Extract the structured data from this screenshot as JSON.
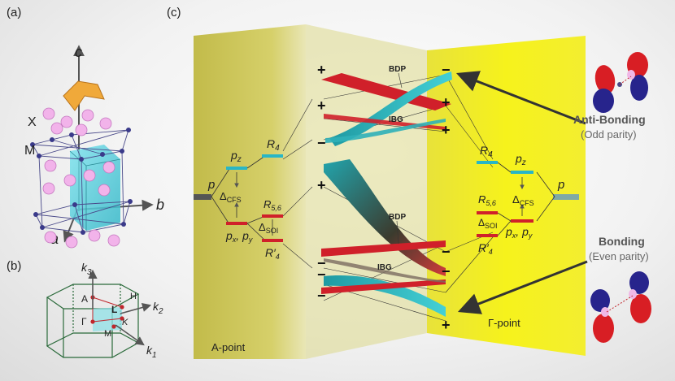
{
  "panels": {
    "a": "(a)",
    "b": "(b)",
    "c": "(c)"
  },
  "crystal": {
    "axis_c": "c",
    "axis_b": "b",
    "axis_a": "a",
    "label_x": "X",
    "label_m": "M"
  },
  "bz": {
    "k1": "k",
    "k1_sub": "1",
    "k2": "k",
    "k2_sub": "2",
    "k3": "k",
    "k3_sub": "3",
    "gamma": "Γ",
    "a": "A",
    "l": "L",
    "h": "H",
    "k": "K",
    "m": "M"
  },
  "a_point": {
    "label": "A-point",
    "p": "p",
    "pz": "p",
    "pz_sub": "z",
    "pxy": "p",
    "pxy_sub": "x",
    "pxy_sep": ", p",
    "pxy_sub2": "y",
    "delta_cfs": "Δ",
    "delta_cfs_sub": "CFS",
    "delta_soi": "Δ",
    "delta_soi_sub": "SOI",
    "r4": "R",
    "r4_sub": "4",
    "r56": "R",
    "r56_sub": "5,6",
    "r4p": "R′",
    "r4p_sub": "4"
  },
  "gamma_point": {
    "label": "Γ-point",
    "p": "p",
    "pz": "p",
    "pz_sub": "z",
    "pxy": "p",
    "pxy_sub": "x",
    "pxy_sep": ", p",
    "pxy_sub2": "y",
    "delta_cfs": "Δ",
    "delta_cfs_sub": "CFS",
    "delta_soi": "Δ",
    "delta_soi_sub": "SOI",
    "r4": "R",
    "r4_sub": "4",
    "r56": "R",
    "r56_sub": "5,6",
    "r4p": "R′",
    "r4p_sub": "4"
  },
  "band_labels": {
    "bdp_top": "BDP",
    "ibg_top": "IBG",
    "bdp_bottom": "BDP",
    "ibg_bottom": "IBG"
  },
  "signs_left": [
    "+",
    "+",
    "−",
    "+",
    "−",
    "−",
    "−"
  ],
  "signs_right": [
    "−",
    "+",
    "+",
    "−",
    "−",
    "+"
  ],
  "legend": {
    "antibonding_title": "Anti-Bonding",
    "antibonding_sub": "(Odd parity)",
    "bonding_title": "Bonding",
    "bonding_sub": "(Even parity)"
  },
  "colors": {
    "left_wall": "#c8c25a",
    "right_wall": "#f2ee2a",
    "band_red": "#d0202a",
    "band_cyan": "#2ab7c0",
    "level_cyan": "#29b6c6"
  }
}
